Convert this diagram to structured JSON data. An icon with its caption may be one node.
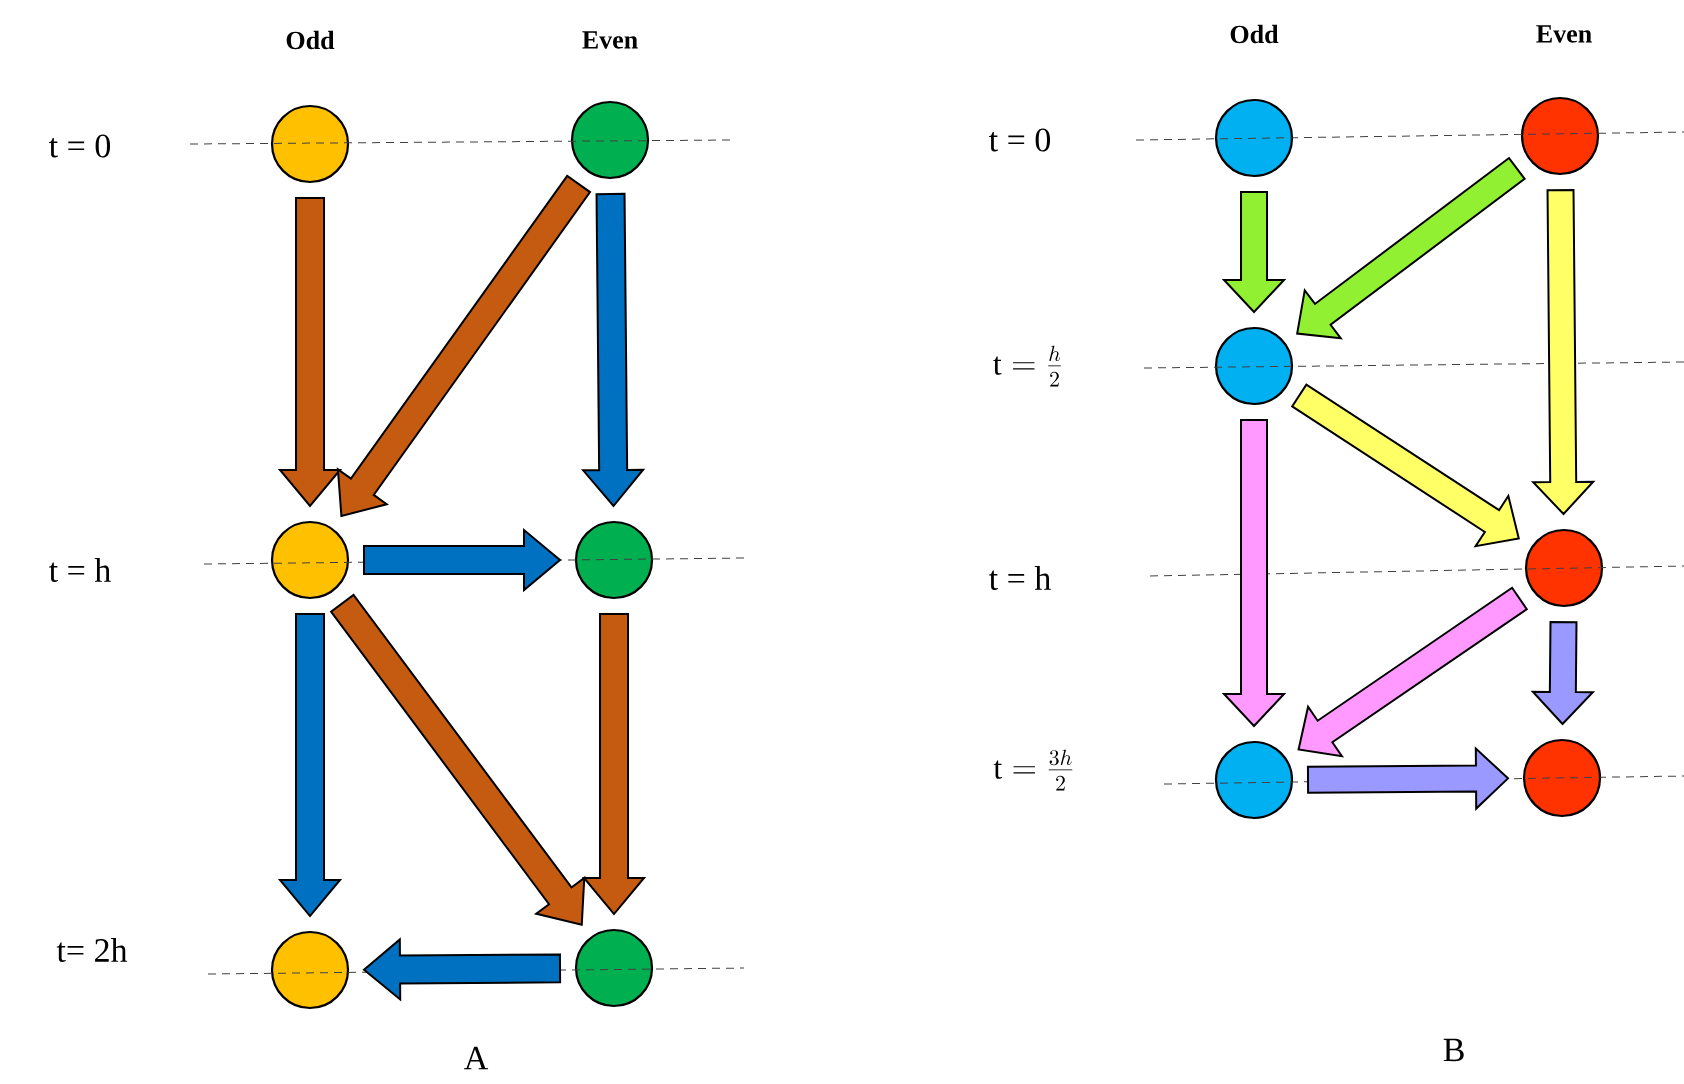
{
  "diagram": {
    "nodes": [
      {
        "text": [],
        "shape": "circle"
      },
      {
        "text": [],
        "shape": "circle"
      },
      {
        "text": [],
        "shape": "circle"
      },
      {
        "text": [],
        "shape": "circle"
      },
      {
        "text": [],
        "shape": "circle"
      },
      {
        "text": [],
        "shape": "circle"
      },
      {
        "text": [],
        "shape": "circle"
      },
      {
        "text": [],
        "shape": "circle"
      },
      {
        "text": [],
        "shape": "circle"
      },
      {
        "text": [],
        "shape": "circle"
      },
      {
        "text": [],
        "shape": "circle"
      },
      {
        "text": [],
        "shape": "circle"
      }
    ],
    "edges": [
      {
        "from": 0,
        "to": 2,
        "arrow": "to",
        "color": "#c55a11"
      },
      {
        "from": 1,
        "to": 2,
        "arrow": "to",
        "color": "#c55a11"
      },
      {
        "from": 1,
        "to": 3,
        "arrow": "to",
        "color": "#0070c0"
      },
      {
        "from": 2,
        "to": 3,
        "arrow": "to",
        "color": "#0070c0"
      },
      {
        "from": 2,
        "to": 4,
        "arrow": "to",
        "color": "#0070c0"
      },
      {
        "from": 2,
        "to": 5,
        "arrow": "to",
        "color": "#c55a11"
      },
      {
        "from": 3,
        "to": 5,
        "arrow": "to",
        "color": "#c55a11"
      },
      {
        "from": 5,
        "to": 4,
        "arrow": "to",
        "color": "#0070c0"
      },
      {
        "from": 6,
        "to": 8,
        "arrow": "to",
        "color": "#92f032"
      },
      {
        "from": 7,
        "to": 8,
        "arrow": "to",
        "color": "#92f032"
      },
      {
        "from": 7,
        "to": 9,
        "arrow": "to",
        "color": "#ffff66"
      },
      {
        "from": 8,
        "to": 9,
        "arrow": "to",
        "color": "#ffff66"
      },
      {
        "from": 8,
        "to": 10,
        "arrow": "to",
        "color": "#ff99ff"
      },
      {
        "from": 9,
        "to": 10,
        "arrow": "to",
        "color": "#ff99ff"
      },
      {
        "from": 9,
        "to": 11,
        "arrow": "to",
        "color": "#9999ff"
      },
      {
        "from": 10,
        "to": 11,
        "arrow": "to",
        "color": "#9999ff"
      }
    ],
    "labels": [
      "Odd",
      "Even",
      "Odd",
      "Even",
      "t = 0",
      "t = 0",
      "\\mathrm{t} = \\frac{h}{2}",
      "t = h",
      "t = h",
      "\\mathrm{t}= \\frac{3h}{2}",
      "t= 2h",
      "A",
      "B"
    ]
  }
}
